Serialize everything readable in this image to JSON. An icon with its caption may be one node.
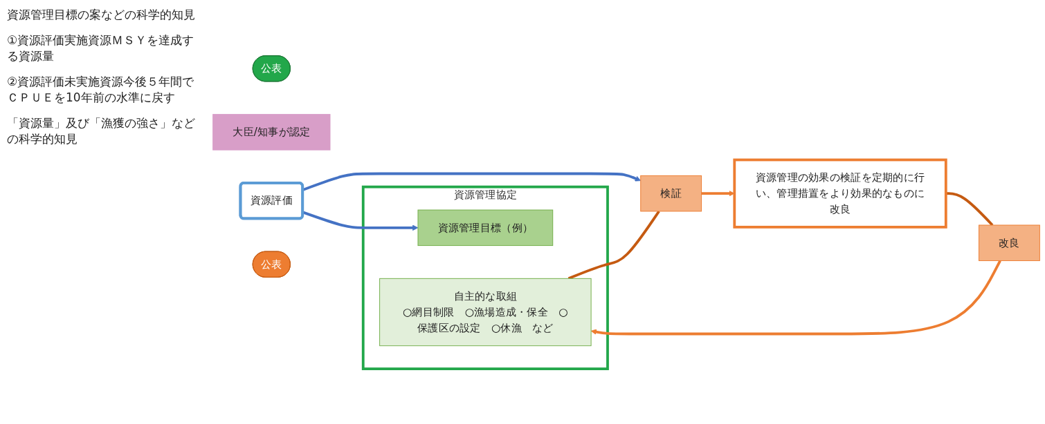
{
  "diagram": {
    "nodes": [
      {
        "text": [
          "資源管理協定"
        ]
      },
      {
        "text": [
          "資源管理目標（例）"
        ],
        "in": 0
      },
      {
        "text": [
          "自主的な取組",
          "○網目制限　○漁場造成・保全　○保護区の設定　○休漁　など"
        ],
        "in": 0
      },
      {
        "text": [
          "公表"
        ]
      },
      {
        "text": [
          "大臣/知事が認定"
        ]
      },
      {
        "text": [
          "資源評価"
        ]
      },
      {
        "text": [
          "検証"
        ]
      },
      {
        "text": [
          "資源管理の効果の検証を定期的に行い、管理措置をより効果的なものに改良"
        ]
      },
      {
        "text": [
          "公表"
        ]
      },
      {
        "text": [
          "改良"
        ]
      }
    ],
    "edges": [
      {
        "from": 5,
        "to": 1,
        "arrow": "to",
        "color": "#4472c4"
      },
      {
        "from": 5,
        "to": 6,
        "arrow": "to",
        "color": "#4472c4"
      },
      {
        "from": 2,
        "to": 6,
        "arrow": "none",
        "color": "#c55a11"
      },
      {
        "from": 6,
        "to": 7,
        "arrow": "to",
        "color": "#ed7d31"
      },
      {
        "from": 7,
        "to": 9,
        "arrow": "none",
        "color": "#c55a11"
      },
      {
        "from": 9,
        "to": 2,
        "arrow": "to",
        "color": "#ed7d31"
      }
    ],
    "labels": [
      "資源管理目標の案などの科学的知見",
      "①資源評価実施資源ＭＳＹを達成する資源量",
      "②資源評価未実施資源今後５年間でＣＰＵＥを10年前の水準に戻す",
      "「資源量」及び「漁獲の強さ」などの科学的知見"
    ]
  }
}
